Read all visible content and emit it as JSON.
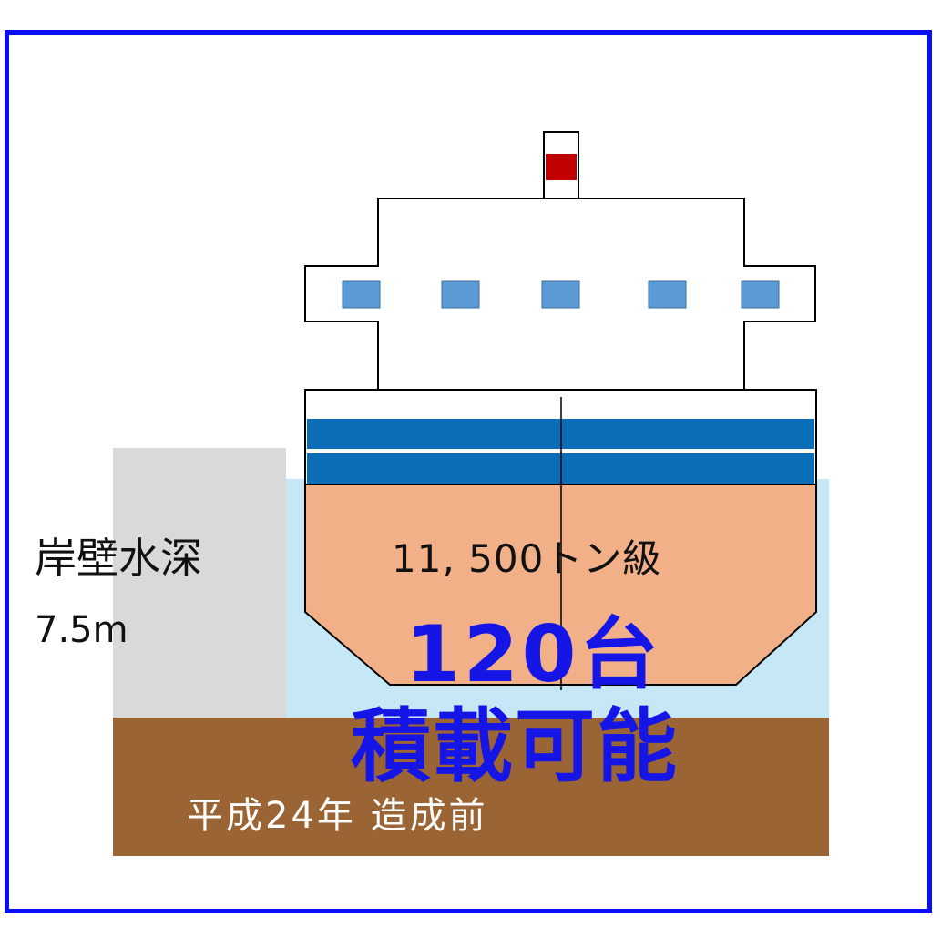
{
  "labels": {
    "quay_depth_title": "岸壁水深",
    "quay_depth_value": "7.5m",
    "ship_class": "11, 500トン級",
    "capacity_number": "120台",
    "capacity_text": "積載可能",
    "year_caption": "平成24年 造成前"
  },
  "colors": {
    "frame_border": "#0a0ef5",
    "quay_wall": "#d9d9d9",
    "water": "#c5e7f6",
    "seabed": "#9b6434",
    "hull": "#f2b089",
    "hull_stripe": "#0b6cb8",
    "window": "#5b9bd5",
    "funnel_band": "#c00000",
    "capacity_text": "#1515e6"
  },
  "icons": [
    "ship-diagram",
    "funnel-icon"
  ]
}
